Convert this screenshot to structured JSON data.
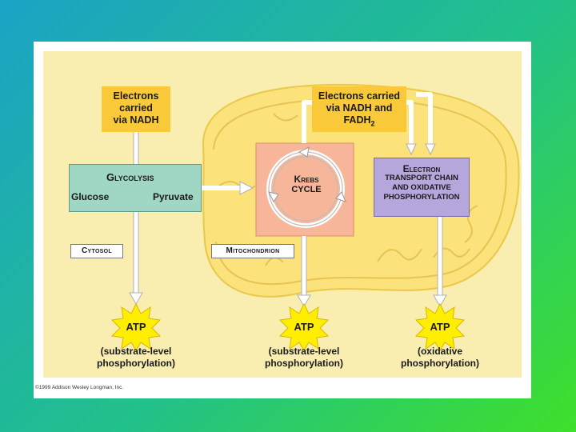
{
  "diagram": {
    "nadh_box": {
      "line1": "Electrons",
      "line2": "carried",
      "line3": "via NADH"
    },
    "nadh_fadh_box": {
      "line1": "Electrons carried",
      "line2": "via NADH and",
      "line3": "FADH",
      "line3_sub": "2"
    },
    "glycolysis": {
      "title": "Glycolysis",
      "glucose": "Glucose",
      "pyruvate": "Pyruvate"
    },
    "krebs": {
      "line1": "Krebs",
      "line2": "cycle"
    },
    "etc": {
      "line1": "Electron",
      "line2": "transport chain",
      "line3": "and oxidative",
      "line4": "phosphorylation"
    },
    "cytosol_label": "Cytosol",
    "mitochondrion_label": "Mitochondrion",
    "atp": [
      {
        "label": "ATP",
        "note_line1": "(substrate-level",
        "note_line2": "phosphorylation)"
      },
      {
        "label": "ATP",
        "note_line1": "(substrate-level",
        "note_line2": "phosphorylation)"
      },
      {
        "label": "ATP",
        "note_line1": "(oxidative",
        "note_line2": "phosphorylation)"
      }
    ],
    "copyright": "©1999 Addison Wesley Longman, Inc."
  },
  "colors": {
    "background_panel": "#f9edaf",
    "mitochondrion": "#fbe27a",
    "nadh_box": "#f9c93a",
    "glycolysis_box": "#9fd7c4",
    "krebs_box": "#f7b59a",
    "etc_box": "#b5a6dc",
    "atp_burst": "#ffee00"
  }
}
